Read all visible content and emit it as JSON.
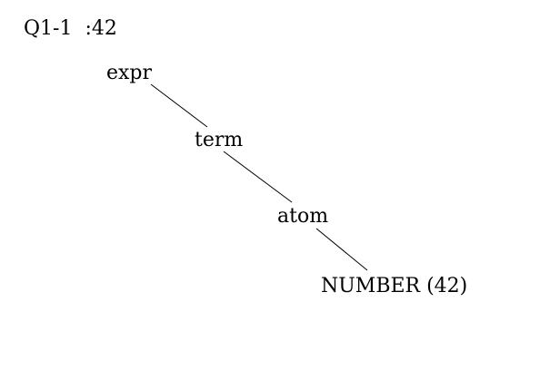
{
  "title": "Q1-1  :42",
  "tree": {
    "nodes": [
      {
        "id": "expr",
        "label": "expr"
      },
      {
        "id": "term",
        "label": "term"
      },
      {
        "id": "atom",
        "label": "atom"
      },
      {
        "id": "number",
        "label": "NUMBER (42)"
      }
    ],
    "edges": [
      {
        "from": "expr",
        "to": "term"
      },
      {
        "from": "term",
        "to": "atom"
      },
      {
        "from": "atom",
        "to": "number"
      }
    ]
  }
}
